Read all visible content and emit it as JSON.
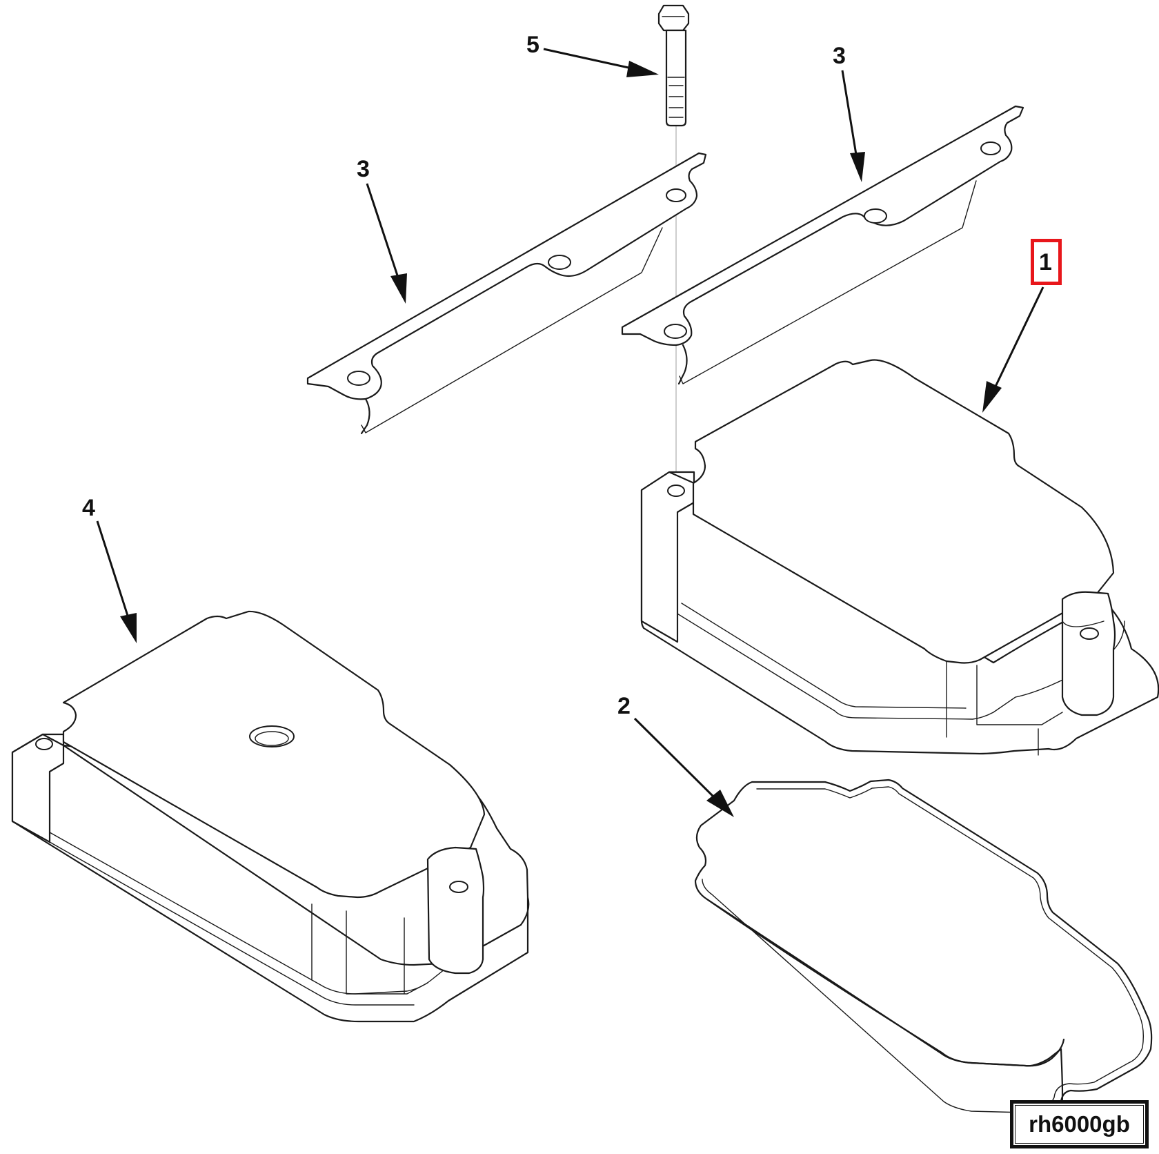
{
  "diagram": {
    "type": "exploded-parts-view",
    "reference_code": "rh6000gb",
    "highlight_color": "#e8161b",
    "line_color": "#1a1a1a"
  },
  "callouts": [
    {
      "number": "1",
      "part": "valve cover (right)",
      "highlighted": true
    },
    {
      "number": "2",
      "part": "gasket"
    },
    {
      "number": "3",
      "part": "bracket (left)"
    },
    {
      "number": "3",
      "part": "bracket (right)"
    },
    {
      "number": "4",
      "part": "valve cover (left)"
    },
    {
      "number": "5",
      "part": "bolt"
    }
  ]
}
